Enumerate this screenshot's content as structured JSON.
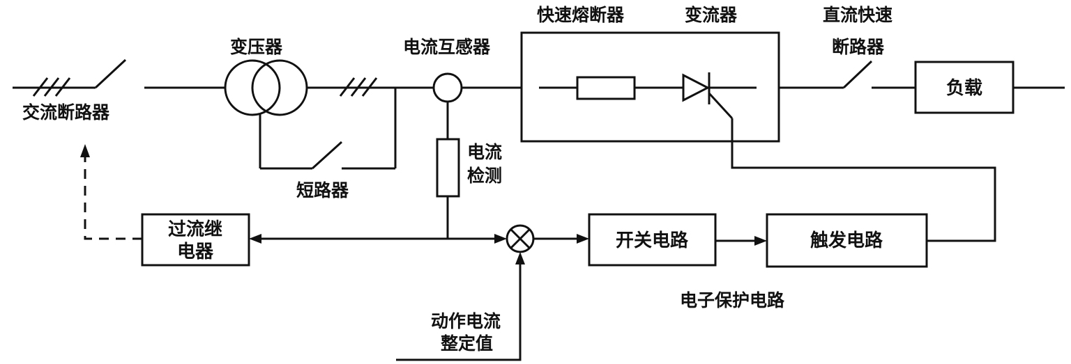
{
  "labels": {
    "ac_breaker": "交流断路器",
    "transformer": "变压器",
    "current_transformer": "电流互感器",
    "fast_fuse": "快速熔断器",
    "converter": "变流器",
    "dc_fast_breaker_line1": "直流快速",
    "dc_fast_breaker_line2": "断路器",
    "load": "负载",
    "short_circuiter": "短路器",
    "current_detect_line1": "电流",
    "current_detect_line2": "检测",
    "overcurrent_relay_line1": "过流继",
    "overcurrent_relay_line2": "电器",
    "switch_circuit": "开关电路",
    "trigger_circuit": "触发电路",
    "electronic_protection": "电子保护电路",
    "action_setting_line1": "动作电流",
    "action_setting_line2": "整定值"
  },
  "colors": {
    "stroke": "#111111",
    "background": "#ffffff"
  }
}
